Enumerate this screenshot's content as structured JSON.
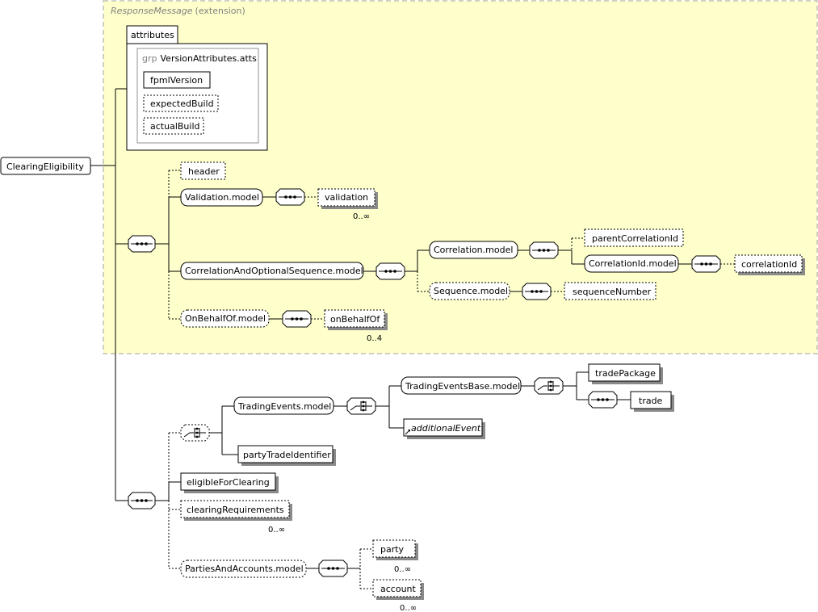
{
  "extension": {
    "type_name": "ResponseMessage",
    "suffix": "(extension)",
    "background": "#ffffcc"
  },
  "root": "ClearingEligibility",
  "attributes": {
    "tab_label": "attributes",
    "group_prefix": "grp",
    "group_name": "VersionAttributes.atts",
    "items": [
      "fpmlVersion",
      "expectedBuild",
      "actualBuild"
    ]
  },
  "elements": {
    "header": "header",
    "validation_model": "Validation.model",
    "validation": "validation",
    "correlation_seq_model": "CorrelationAndOptionalSequence.model",
    "correlation_model": "Correlation.model",
    "parent_correlation_id": "parentCorrelationId",
    "correlation_id_model": "CorrelationId.model",
    "correlation_id": "correlationId",
    "sequence_model": "Sequence.model",
    "sequence_number": "sequenceNumber",
    "on_behalf_of_model": "OnBehalfOf.model",
    "on_behalf_of": "onBehalfOf",
    "trading_events_model": "TradingEvents.model",
    "trading_events_base_model": "TradingEventsBase.model",
    "trade_package": "tradePackage",
    "trade": "trade",
    "additional_event": "additionalEvent",
    "party_trade_identifier": "partyTradeIdentifier",
    "eligible_for_clearing": "eligibleForClearing",
    "clearing_requirements": "clearingRequirements",
    "parties_accounts_model": "PartiesAndAccounts.model",
    "party": "party",
    "account": "account"
  },
  "occurrences": {
    "validation": "0..∞",
    "on_behalf_of": "0..4",
    "clearing_requirements": "0..∞",
    "party": "0..∞",
    "account": "0..∞"
  },
  "icons": [
    "sequence-compositor-icon",
    "choice-compositor-icon",
    "abstract-element-icon"
  ]
}
